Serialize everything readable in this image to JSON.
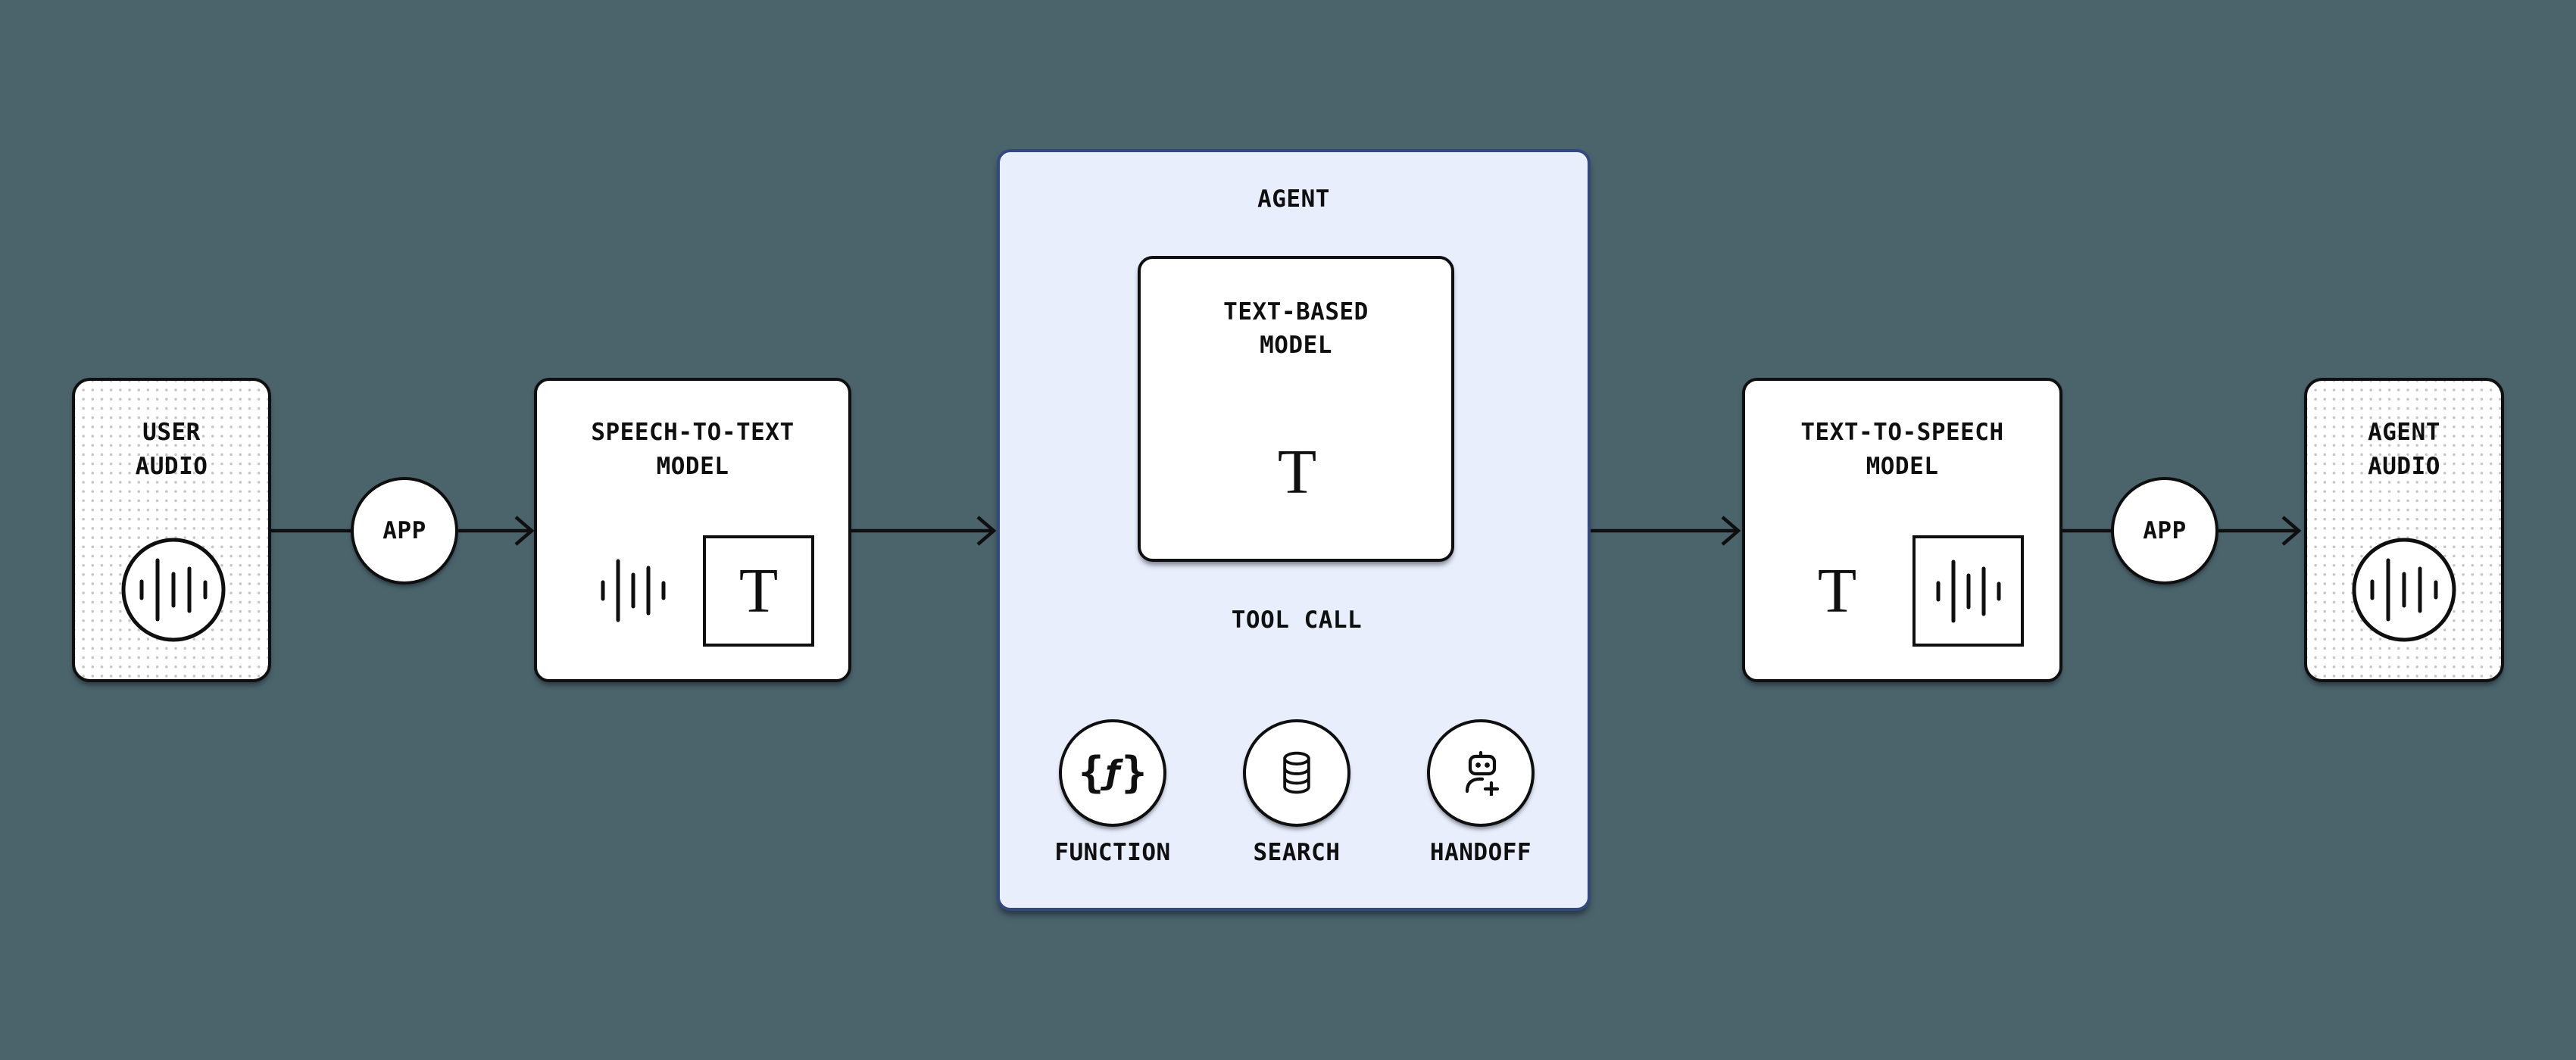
{
  "colors": {
    "background": "#4B646C",
    "ink": "#0F0F0F",
    "agent_fill": "#E9EEFC",
    "agent_border": "#33487D",
    "dot": "#C5C5C5",
    "box_fill": "#FFFFFF"
  },
  "nodes": {
    "user_audio": {
      "title_line1": "USER",
      "title_line2": "AUDIO",
      "icon": "waveform-circle-icon"
    },
    "app_in": {
      "label": "APP"
    },
    "stt": {
      "title_line1": "SPEECH-TO-TEXT",
      "title_line2": "MODEL",
      "glyph": "T"
    },
    "agent": {
      "title": "AGENT"
    },
    "text_based": {
      "title_line1": "TEXT-BASED",
      "title_line2": "MODEL",
      "glyph": "T"
    },
    "tool_call": {
      "label": "TOOL CALL"
    },
    "tools": [
      {
        "label": "FUNCTION",
        "icon": "function-braces-icon"
      },
      {
        "label": "SEARCH",
        "icon": "database-icon"
      },
      {
        "label": "HANDOFF",
        "icon": "robot-plus-icon"
      }
    ],
    "tts": {
      "title_line1": "TEXT-TO-SPEECH",
      "title_line2": "MODEL",
      "glyph": "T"
    },
    "app_out": {
      "label": "APP"
    },
    "agent_audio": {
      "title_line1": "AGENT",
      "title_line2": "AUDIO",
      "icon": "waveform-circle-icon"
    }
  },
  "icons": {
    "function": {
      "open": "{",
      "f": "ƒ",
      "close": "}"
    }
  }
}
